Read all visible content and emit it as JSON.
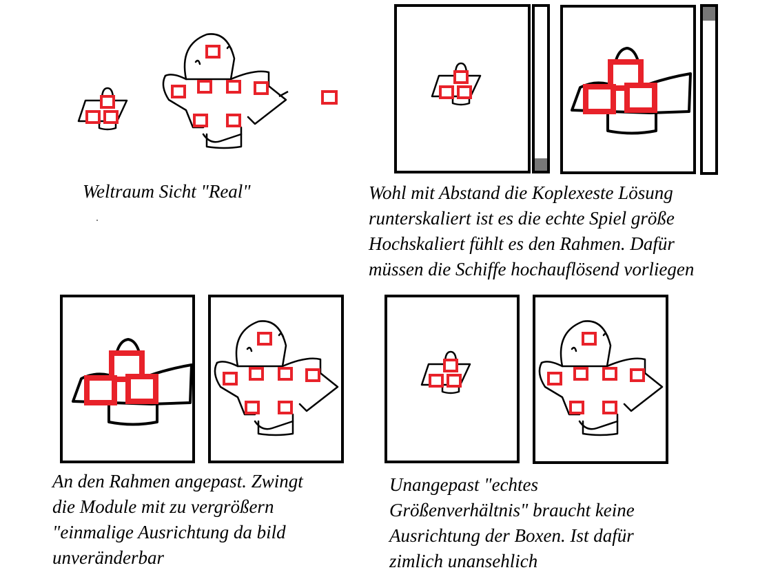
{
  "colors": {
    "ink": "#000000",
    "module": "#e8222a",
    "scrollbar": "#777777"
  },
  "space_view": {
    "caption": "Weltraum Sicht \"Real\""
  },
  "complex_solution": {
    "caption_lines": [
      "Wohl mit Abstand die Koplexeste Lösung",
      "runterskaliert ist es die echte Spiel größe",
      "Hochskaliert fühlt es den Rahmen. Dafür",
      "müssen die Schiffe hochauflösend vorliegen"
    ]
  },
  "fitted": {
    "caption_lines": [
      "An den Rahmen angepast. Zwingt",
      "die Module mit zu  vergrößern",
      "\"einmalige Ausrichtung da bild",
      "unveränderbar"
    ]
  },
  "unfitted": {
    "caption_lines": [
      "Unangepast \"echtes",
      "Größenverhältnis\" braucht keine",
      "Ausrichtung der Boxen. Ist dafür",
      "zimlich unansehlich"
    ]
  }
}
